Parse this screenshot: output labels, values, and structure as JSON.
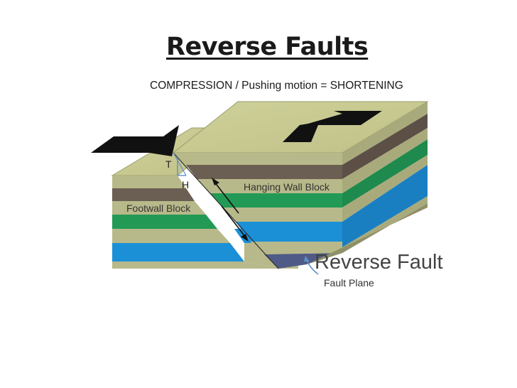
{
  "slide": {
    "title": "Reverse Faults",
    "subtitle": "COMPRESSION / Pushing motion = SHORTENING"
  },
  "diagram": {
    "labels": {
      "throw": "T",
      "heave": "H",
      "hanging_wall": "Hanging Wall Block",
      "footwall": "Footwall Block",
      "fault_type": "Reverse Fault",
      "fault_plane": "Fault Plane"
    },
    "colors": {
      "top_surface": "#c7c98f",
      "tan_layer": "#b8b98a",
      "brown_layer": "#6b5e52",
      "green_layer": "#229a56",
      "blue_layer": "#1b90d6",
      "arrow": "#111111",
      "annotation": "#5b8fc9"
    }
  }
}
